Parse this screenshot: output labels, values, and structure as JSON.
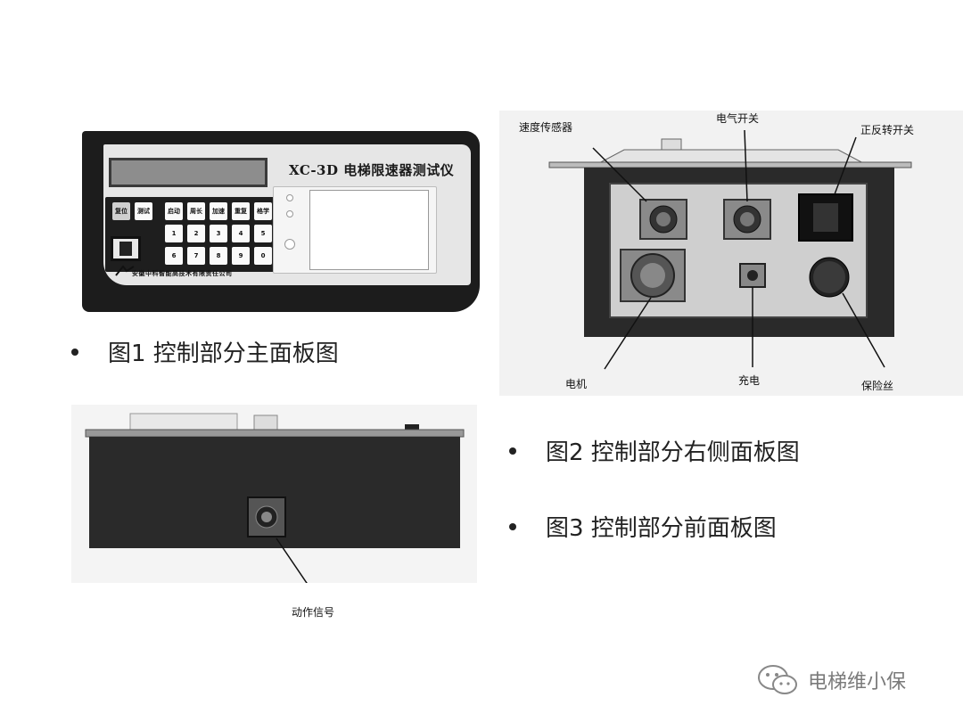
{
  "figure1": {
    "device_title": "XC-3D 电梯限速器测试仪",
    "company": "安徽中科智能高技术有限责任公司",
    "keys_row1": [
      "复位",
      "测试",
      "启动",
      "周长",
      "加速",
      "重复",
      "格学"
    ],
    "keys_row2": [
      "1",
      "2",
      "3",
      "4",
      "5"
    ],
    "keys_row3": [
      "6",
      "7",
      "8",
      "9",
      "0"
    ]
  },
  "figure2": {
    "labels": {
      "speed_sensor": "速度传感器",
      "electric_switch": "电气开关",
      "fwd_rev_switch": "正反转开关",
      "motor": "电机",
      "charge": "充电",
      "fuse": "保险丝"
    }
  },
  "figure3": {
    "labels": {
      "action_signal": "动作信号"
    }
  },
  "captions": {
    "fig1": "图1  控制部分主面板图",
    "fig2": "图2  控制部分右侧面板图",
    "fig3": "图3 控制部分前面板图"
  },
  "watermark": {
    "text": "电梯维小保",
    "icon": "wechat-icon"
  }
}
